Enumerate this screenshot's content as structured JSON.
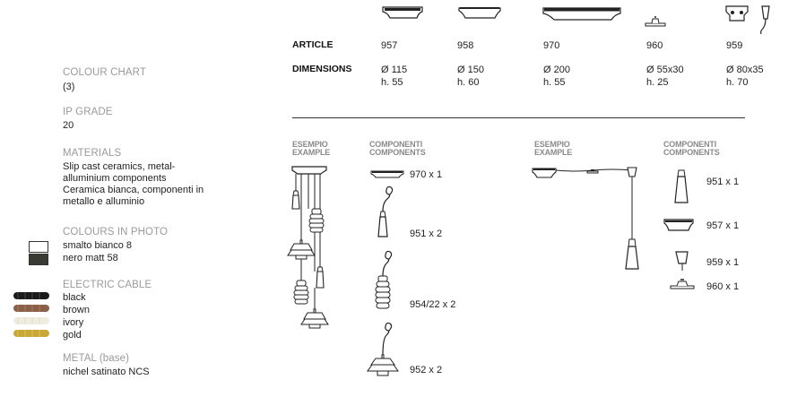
{
  "left_panel": {
    "colour_chart": {
      "title": "COLOUR CHART",
      "value": "(3)"
    },
    "ip_grade": {
      "title": "IP GRADE",
      "value": "20"
    },
    "materials": {
      "title": "MATERIALS",
      "lines": [
        "Slip cast ceramics, metal-",
        "alluminium components",
        "Ceramica bianca, componenti in",
        "metallo e alluminio"
      ]
    },
    "colours_in_photo": {
      "title": "COLOURS IN PHOTO",
      "items": [
        {
          "label": "smalto bianco 8",
          "color": "#ffffff"
        },
        {
          "label": "nero matt 58",
          "color": "#3a3a34"
        }
      ]
    },
    "electric_cable": {
      "title": "ELECTRIC CABLE",
      "items": [
        {
          "label": "black",
          "color": "#1a1a1a"
        },
        {
          "label": "brown",
          "color": "#8a6047"
        },
        {
          "label": "ivory",
          "color": "#f1ece0"
        },
        {
          "label": "gold",
          "color": "#c9a935"
        }
      ]
    },
    "metal": {
      "title": "METAL (base)",
      "value": "nichel satinato NCS"
    }
  },
  "spec_table": {
    "article_label": "ARTICLE",
    "dimensions_label": "DIMENSIONS",
    "columns": [
      {
        "article": "957",
        "dim1": "Ø 115",
        "dim2": "h. 55",
        "icon": "canopy-957-icon"
      },
      {
        "article": "958",
        "dim1": "Ø 150",
        "dim2": "h. 60",
        "icon": "canopy-958-icon"
      },
      {
        "article": "970",
        "dim1": "Ø 200",
        "dim2": "h. 55",
        "icon": "canopy-970-icon"
      },
      {
        "article": "960",
        "dim1": "Ø 55x30",
        "dim2": "h. 25",
        "icon": "canopy-960-icon"
      },
      {
        "article": "959",
        "dim1": "Ø 80x35",
        "dim2": "h. 70",
        "icon": "canopy-959-icon"
      }
    ]
  },
  "example1": {
    "header_example": [
      "ESEMPIO",
      "EXAMPLE"
    ],
    "header_components": [
      "COMPONENTI",
      "COMPONENTS"
    ],
    "components": [
      {
        "qty": "970 x 1",
        "icon": "canopy-icon"
      },
      {
        "qty": "951 x 2",
        "icon": "pendant-icon"
      },
      {
        "qty": "954/22 x 2",
        "icon": "ribbed-pendant-icon"
      },
      {
        "qty": "952 x 2",
        "icon": "tiered-shade-icon"
      }
    ]
  },
  "example2": {
    "header_example": [
      "ESEMPIO",
      "EXAMPLE"
    ],
    "header_components": [
      "COMPONENTI",
      "COMPONENTS"
    ],
    "components": [
      {
        "qty": "951 x 1",
        "icon": "pendant-icon"
      },
      {
        "qty": "957 x 1",
        "icon": "canopy-icon"
      },
      {
        "qty": "959 x 1",
        "icon": "hook-icon"
      },
      {
        "qty": "960 x 1",
        "icon": "ceiling-rose-icon"
      }
    ]
  }
}
